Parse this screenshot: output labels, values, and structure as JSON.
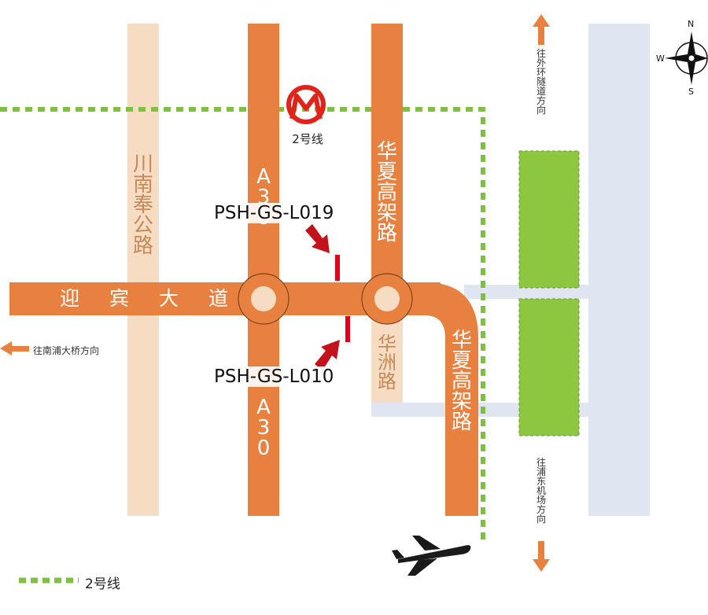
{
  "roads": {
    "chuannan": "川南奉公路",
    "a30_top": "A30",
    "a30_bottom": "A30",
    "yingbin": "迎宾大道",
    "huaxia_top": "华夏高架路",
    "huazhou": "华洲路",
    "huaxia_right": "华夏高架路"
  },
  "metro": {
    "line_label": "2号线"
  },
  "billboards": {
    "north": "PSH-GS-L019",
    "south": "PSH-GS-L010"
  },
  "directions": {
    "outer_ring_tunnel": "往外环隧道方向",
    "nanpu_bridge": "往南浦大桥方向",
    "pudong_airport": "往浦东机场方向"
  },
  "compass": {
    "n": "N",
    "s": "S",
    "w": "W"
  },
  "legend": {
    "metro_line": "2号线"
  },
  "colors": {
    "primary_road": "#e8813f",
    "secondary_road": "#f6dcc3",
    "side_road": "#dfe6f1",
    "green_block": "#8dc63f",
    "metro_line": "#7ec142",
    "metro_logo": "#e2231a",
    "billboard_marker": "#e00018",
    "arrow": "#c4121d"
  }
}
